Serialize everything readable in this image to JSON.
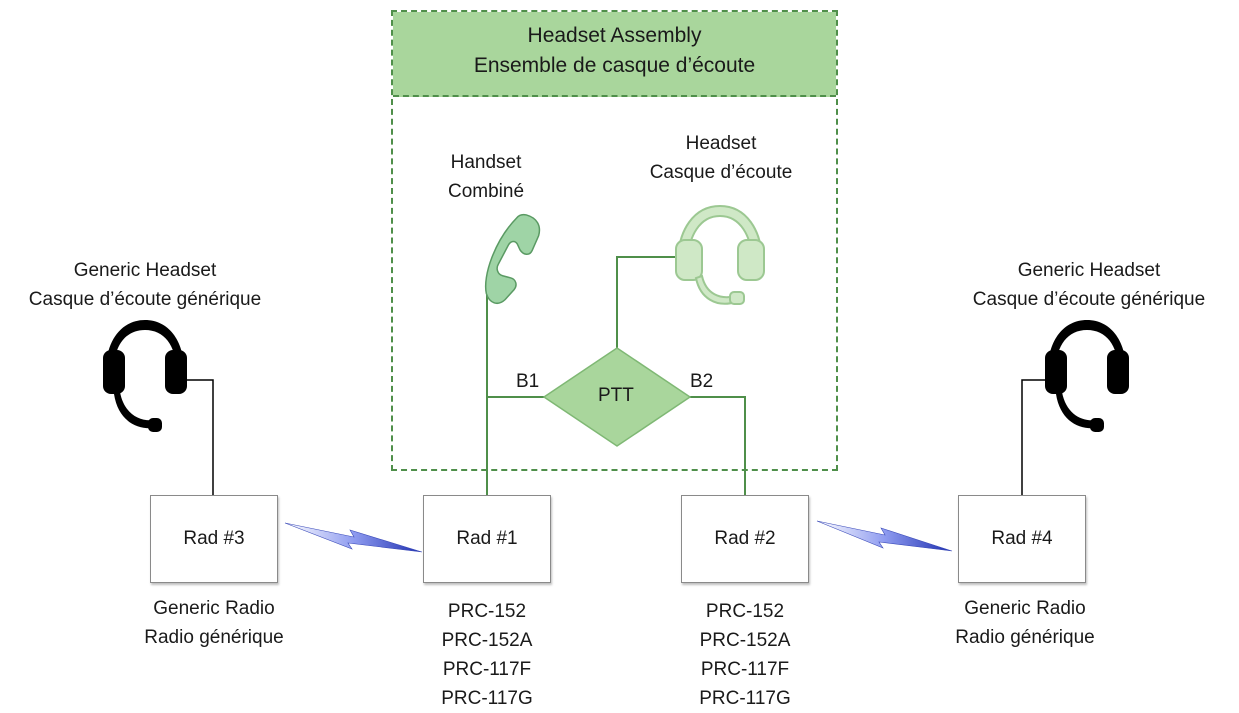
{
  "assembly": {
    "title_line1": "Headset Assembly",
    "title_line2": "Ensemble de casque d’écoute"
  },
  "handset": {
    "line1": "Handset",
    "line2": "Combiné"
  },
  "headset": {
    "line1": "Headset",
    "line2": "Casque d’écoute"
  },
  "ptt": {
    "label": "PTT",
    "port1": "B1",
    "port2": "B2"
  },
  "generic_headset_left": {
    "line1": "Generic Headset",
    "line2": "Casque d’écoute générique"
  },
  "generic_headset_right": {
    "line1": "Generic Headset",
    "line2": "Casque d’écoute générique"
  },
  "radios": {
    "rad3": "Rad #3",
    "rad1": "Rad #1",
    "rad2": "Rad #2",
    "rad4": "Rad #4"
  },
  "generic_radio_left": {
    "line1": "Generic Radio",
    "line2": "Radio générique"
  },
  "generic_radio_right": {
    "line1": "Generic Radio",
    "line2": "Radio générique"
  },
  "models_rad1": [
    "PRC-152",
    "PRC-152A",
    "PRC-117F",
    "PRC-117G"
  ],
  "models_rad2": [
    "PRC-152",
    "PRC-152A",
    "PRC-117F",
    "PRC-117G"
  ],
  "colors": {
    "assembly_border": "#4f8f4a",
    "assembly_header": "#a9d69c",
    "wire_green": "#4f8f4a",
    "ptt_fill": "#a9d69c",
    "headset_fill": "#cfe8c6",
    "generic_headset": "#000000",
    "lightning": "#2f3fbf"
  }
}
